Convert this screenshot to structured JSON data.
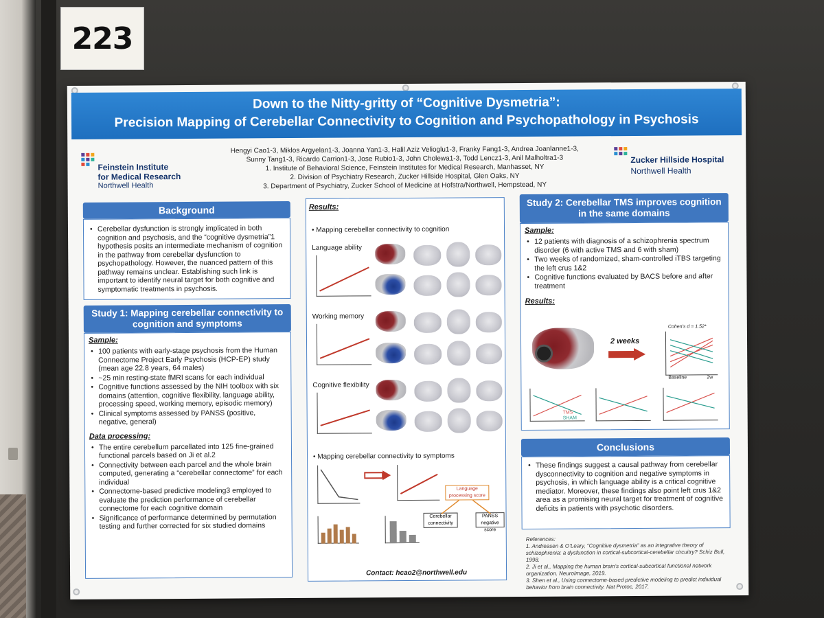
{
  "sign": {
    "number": "223"
  },
  "poster": {
    "title_line1": "Down to the Nitty-gritty of “Cognitive Dysmetria”:",
    "title_line2": "Precision Mapping of Cerebellar Connectivity to Cognition and Psychopathology in Psychosis",
    "authors_line1": "Hengyi Cao1-3, Miklos Argyelan1-3, Joanna Yan1-3, Halil Aziz Velioglu1-3, Franky Fang1-3, Andrea Joanlanne1-3,",
    "authors_line2": "Sunny Tang1-3, Ricardo Carrion1-3, Jose Rubio1-3, John Cholewa1-3, Todd Lencz1-3, Anil Malholtra1-3",
    "affiliation1": "1.  Institute of Behavioral Science, Feinstein Institutes for Medical Research, Manhasset, NY",
    "affiliation2": "2.  Division of Psychiatry Research, Zucker Hillside Hospital, Glen Oaks, NY",
    "affiliation3": "3.  Department of Psychiatry, Zucker School of Medicine at Hofstra/Northwell, Hempstead, NY",
    "logo_left": {
      "line1": "Feinstein Institute",
      "line2": "for Medical Research",
      "line3": "Northwell Health"
    },
    "logo_right": {
      "line1": "Zucker Hillside Hospital",
      "line2": "Northwell Health"
    },
    "background": {
      "heading": "Background",
      "text": "Cerebellar dysfunction is strongly implicated in both cognition and psychosis, and the “cognitive dysmetria”1 hypothesis posits an intermediate mechanism of cognition in the pathway from cerebellar dysfunction to psychopathology. However, the nuanced pattern of this pathway remains unclear. Establishing such link is important to identify neural target for both cognitive and symptomatic treatments in psychosis."
    },
    "study1": {
      "heading": "Study 1: Mapping cerebellar connectivity to cognition and symptoms",
      "sample_heading": "Sample:",
      "sample_items": [
        "100 patients with early-stage psychosis from the Human Connectome Project Early Psychosis (HCP-EP) study (mean age 22.8 years, 64 males)",
        "~25 min resting-state fMRI scans for each individual",
        "Cognitive functions assessed by the NIH toolbox with six domains (attention, cognitive flexibility, language ability, processing speed, working memory, episodic memory)",
        "Clinical symptoms assessed by PANSS (positive, negative, general)"
      ],
      "processing_heading": "Data processing:",
      "processing_items": [
        "The entire cerebellum parcellated into 125 fine-grained functional parcels based on Ji et al.2",
        "Connectivity between each parcel and the whole brain computed, generating a “cerebellar connectome” for each individual",
        "Connectome-based predictive modeling3 employed to evaluate the prediction performance of cerebellar connectome for each cognitive domain",
        "Significance of performance determined by permutation testing and further corrected for six studied domains"
      ]
    },
    "results": {
      "heading": "Results:",
      "bullet1": "Mapping cerebellar connectivity to cognition",
      "lang_label": "Language ability",
      "wm_label": "Working memory",
      "cf_label": "Cognitive flexibility",
      "bullet2": "Mapping cerebellar connectivity to symptoms",
      "lang_box": "Language processing score",
      "cereb_box": "Cerebellar connectivity",
      "panss_box": "PANSS negative score",
      "contact": "Contact: hcao2@northwell.edu"
    },
    "study2": {
      "heading": "Study 2: Cerebellar TMS improves cognition in the same domains",
      "sample_heading": "Sample:",
      "sample_items": [
        "12 patients with diagnosis of a schizophrenia spectrum disorder (6 with active TMS and 6 with sham)",
        "Two weeks of randomized, sham-controlled iTBS targeting the left crus 1&2",
        "Cognitive functions evaluated by BACS before and after treatment"
      ],
      "results_heading": "Results:",
      "two_weeks": "2 weeks",
      "cohen_main": "Cohen’s d = 1.52*",
      "legend_tms": "TMS",
      "legend_sham": "SHAM",
      "baseline": "Baseline",
      "week2": "2w"
    },
    "conclusions": {
      "heading": "Conclusions",
      "text": "These findings suggest a causal pathway from cerebellar dysconnectivity to cognition and negative symptoms in psychosis, in which language ability is a critical cognitive mediator. Moreover, these findings also point left crus 1&2 area as a promising neural target for treatment of cognitive deficits in patients with psychotic disorders."
    },
    "references": {
      "heading": "References:",
      "items": [
        "1.  Andreasen & O’Leary, “Cognitive dysmetria” as an integrative theory of schizophrenia: a dysfunction in cortical-subcortical-cerebellar circuitry? Schiz Bull, 1998.",
        "2.  Ji et al., Mapping the human brain’s cortical-subcortical functional network organization. NeuroImage, 2019.",
        "3.  Shen et al., Using connectome-based predictive modeling to predict individual behavior from brain connectivity. Nat Protoc, 2017."
      ]
    }
  },
  "colors": {
    "title_blue": "#1e6fbf",
    "section_blue": "#3f77c0",
    "tms_red": "#d9534f",
    "sham_teal": "#2a9d8f"
  }
}
